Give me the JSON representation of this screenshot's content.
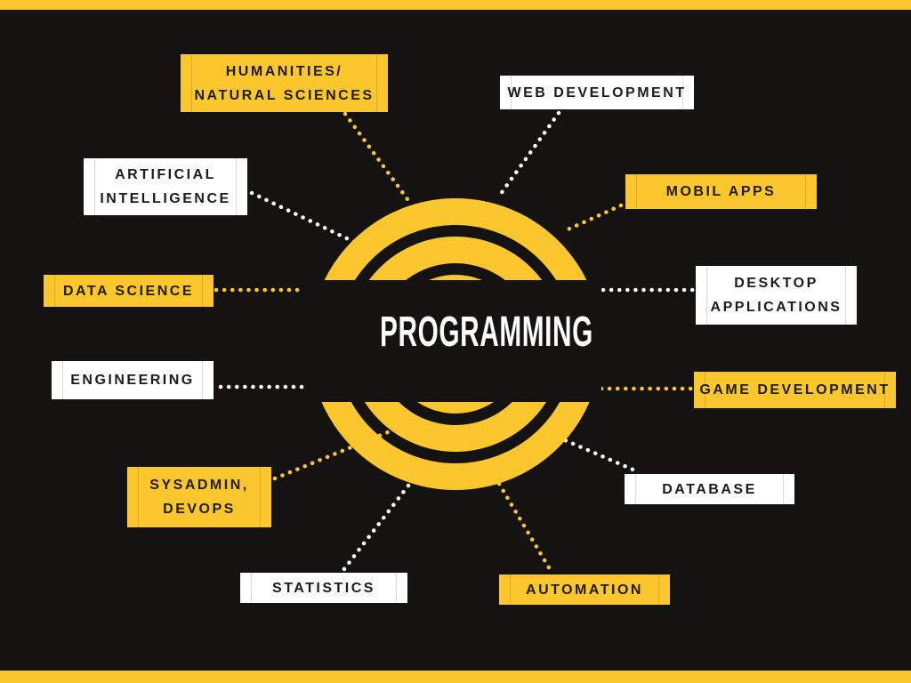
{
  "title": "PROGRAMMING",
  "colors": {
    "yellow": "#fcc72d",
    "background": "#141312",
    "white": "#ffffff",
    "label_text": "#1e1c1a"
  },
  "nodes": [
    {
      "id": "humanities-natural-sciences",
      "variant": "yellow",
      "lines": [
        "HUMANITIES/",
        "NATURAL SCIENCES"
      ]
    },
    {
      "id": "web-development",
      "variant": "white",
      "lines": [
        "WEB DEVELOPMENT"
      ]
    },
    {
      "id": "artificial-intelligence",
      "variant": "white",
      "lines": [
        "ARTIFICIAL",
        "INTELLIGENCE"
      ]
    },
    {
      "id": "mobil-apps",
      "variant": "yellow",
      "lines": [
        "MOBIL APPS"
      ]
    },
    {
      "id": "data-science",
      "variant": "yellow",
      "lines": [
        "DATA SCIENCE"
      ]
    },
    {
      "id": "desktop-applications",
      "variant": "white",
      "lines": [
        "DESKTOP",
        "APPLICATIONS"
      ]
    },
    {
      "id": "engineering",
      "variant": "white",
      "lines": [
        "ENGINEERING"
      ]
    },
    {
      "id": "game-development",
      "variant": "yellow",
      "lines": [
        "GAME DEVELOPMENT"
      ]
    },
    {
      "id": "sysadmin-devops",
      "variant": "yellow",
      "lines": [
        "SYSADMIN,",
        "DEVOPS"
      ]
    },
    {
      "id": "database",
      "variant": "white",
      "lines": [
        "DATABASE"
      ]
    },
    {
      "id": "statistics",
      "variant": "white",
      "lines": [
        "STATISTICS"
      ]
    },
    {
      "id": "automation",
      "variant": "yellow",
      "lines": [
        "AUTOMATION"
      ]
    }
  ]
}
